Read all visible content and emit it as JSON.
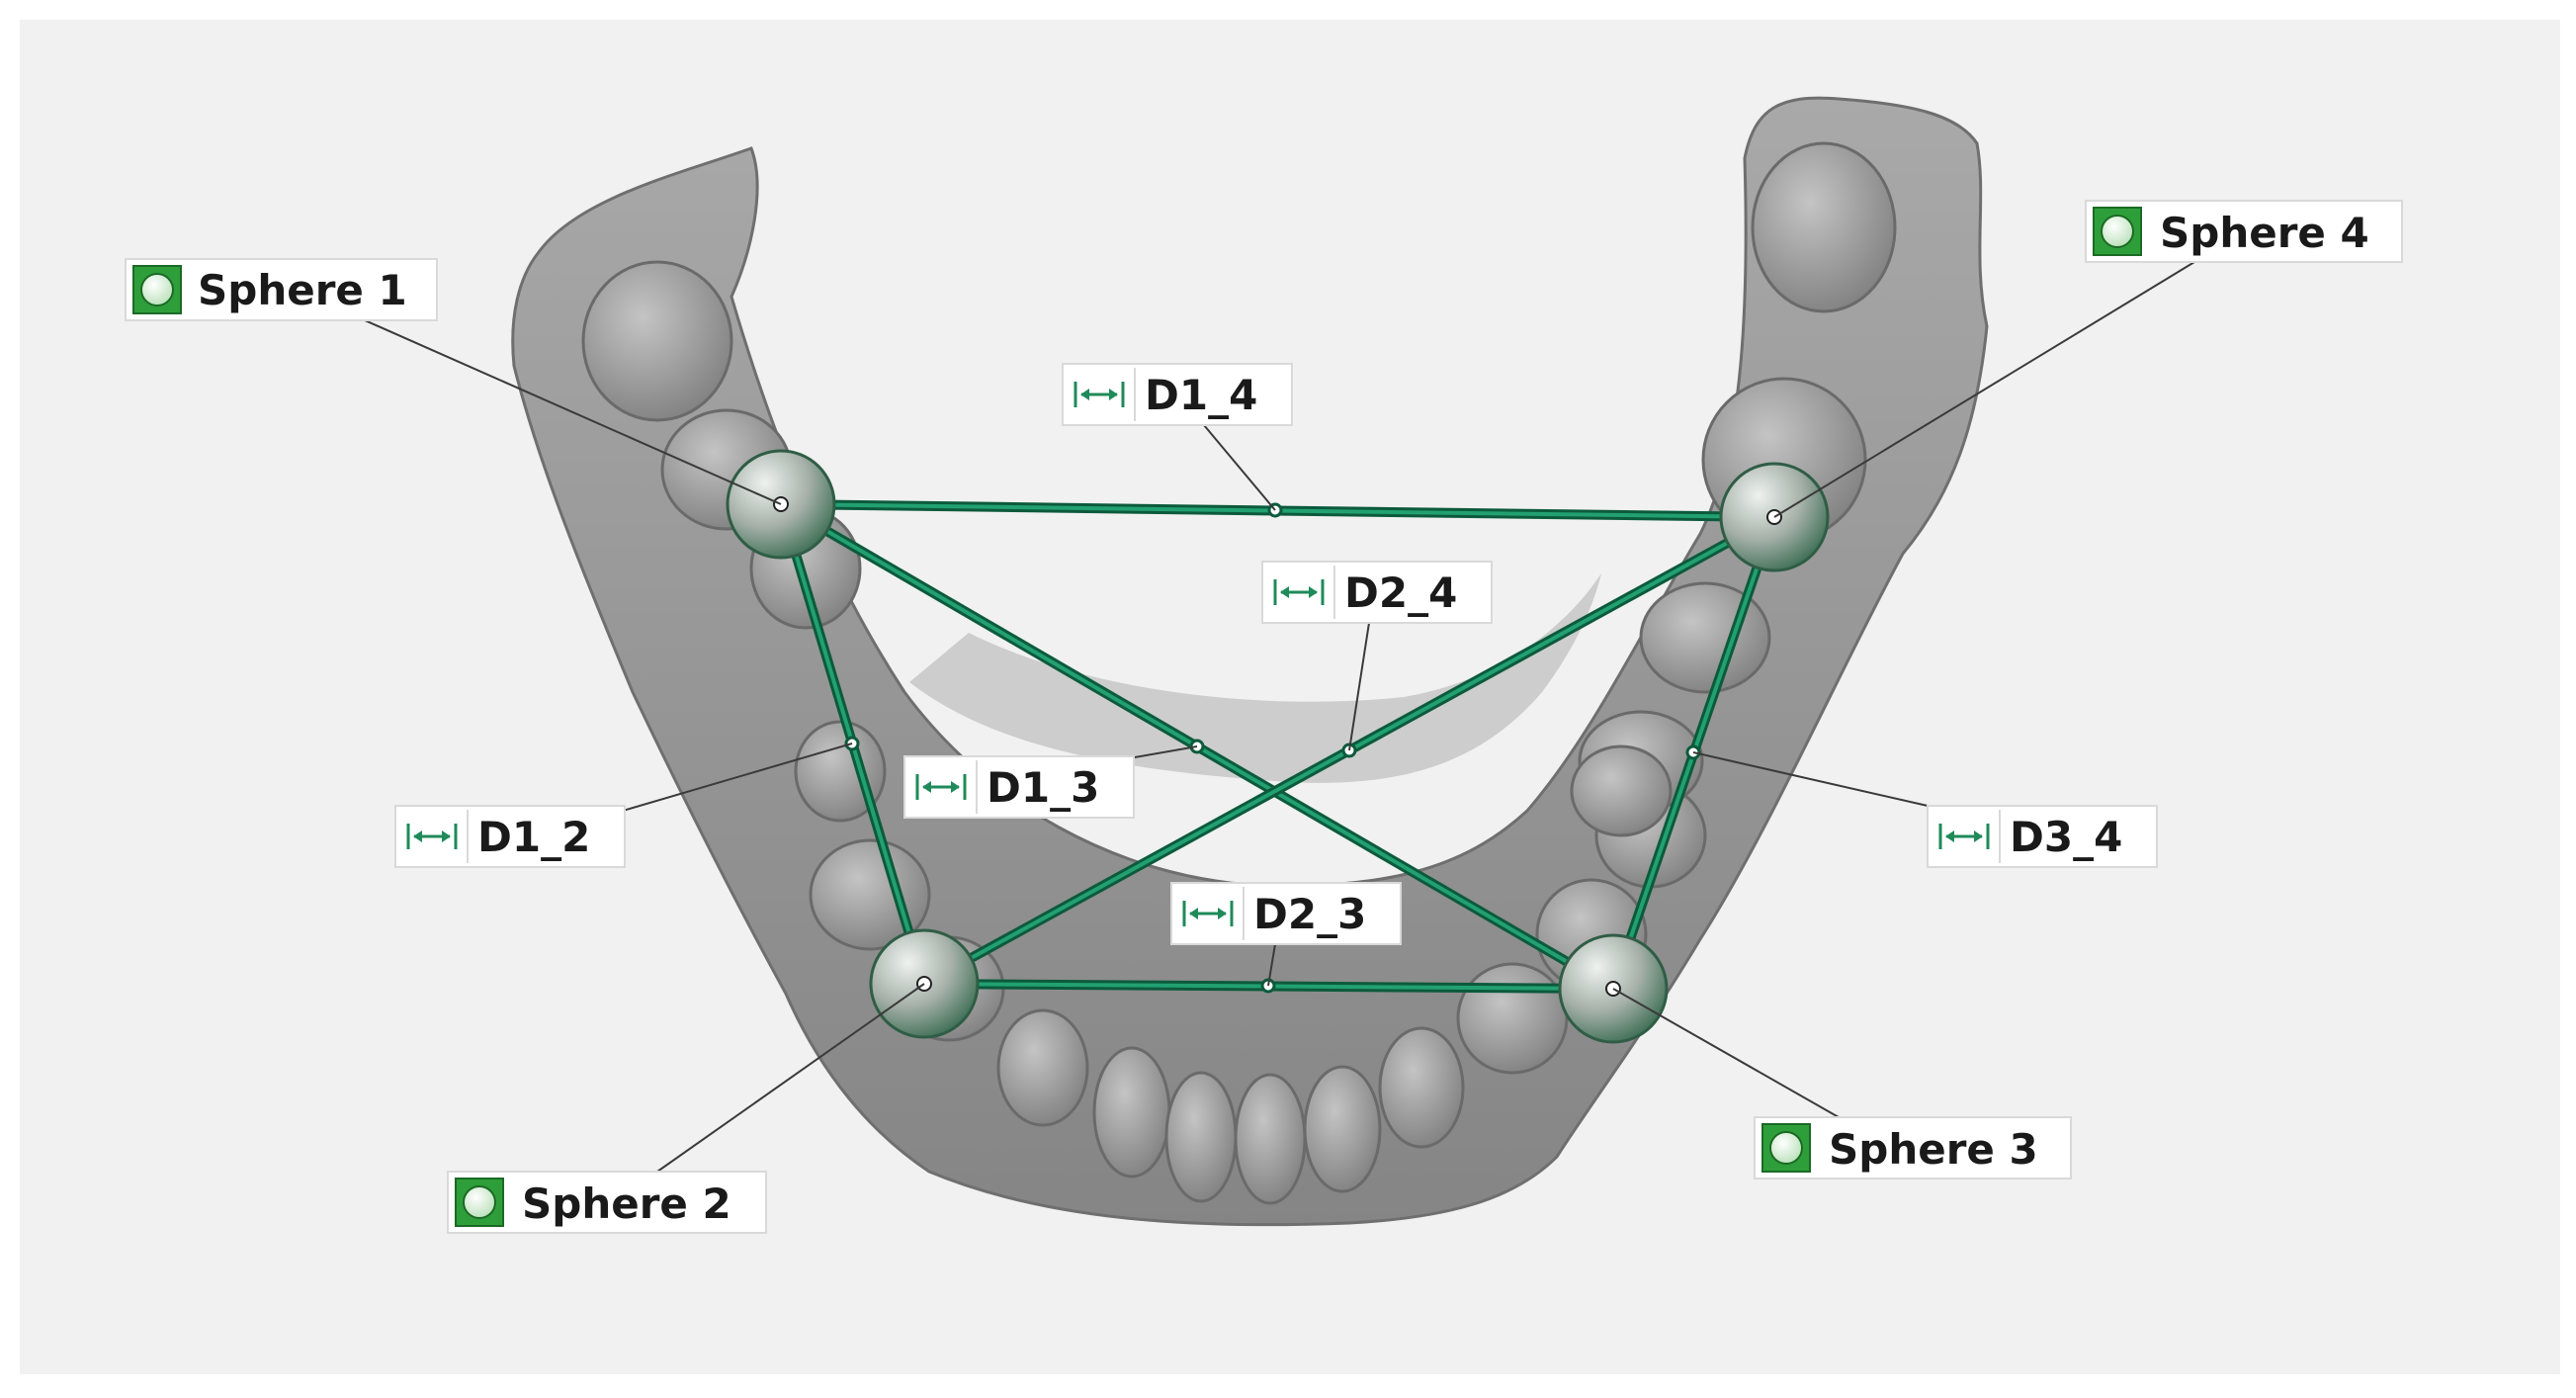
{
  "spheres": [
    {
      "id": "s1",
      "label": "Sphere 1"
    },
    {
      "id": "s2",
      "label": "Sphere 2"
    },
    {
      "id": "s3",
      "label": "Sphere 3"
    },
    {
      "id": "s4",
      "label": "Sphere 4"
    }
  ],
  "distances": [
    {
      "id": "d14",
      "label": "D1_4",
      "from": "s1",
      "to": "s4"
    },
    {
      "id": "d24",
      "label": "D2_4",
      "from": "s2",
      "to": "s4"
    },
    {
      "id": "d13",
      "label": "D1_3",
      "from": "s1",
      "to": "s3"
    },
    {
      "id": "d12",
      "label": "D1_2",
      "from": "s1",
      "to": "s2"
    },
    {
      "id": "d34",
      "label": "D3_4",
      "from": "s3",
      "to": "s4"
    },
    {
      "id": "d23",
      "label": "D2_3",
      "from": "s2",
      "to": "s3"
    }
  ],
  "colors": {
    "background": "#f1f1f1",
    "model": "#9a9a9a",
    "accent": "#1f8a5a",
    "icon_green": "#2e9e3a"
  },
  "icons": {
    "sphere": "sphere-feature-icon",
    "distance": "distance-measure-icon"
  }
}
